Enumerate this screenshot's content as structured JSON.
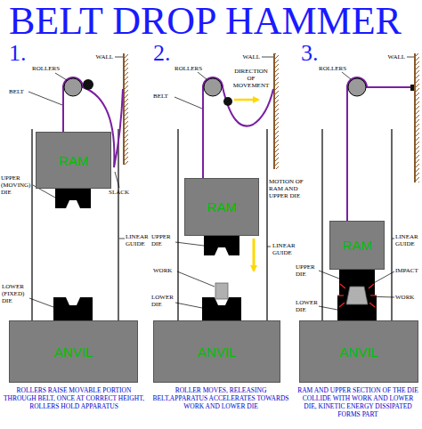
{
  "diagram": {
    "title": "BELT DROP HAMMER",
    "nodes": [
      {
        "text": [
          "RAM"
        ]
      },
      {
        "text": [
          "ANVIL"
        ]
      },
      {
        "text": [
          "RAM"
        ]
      },
      {
        "text": [
          "ANVIL"
        ]
      },
      {
        "text": [
          "RAM"
        ]
      },
      {
        "text": [
          "ANVIL"
        ]
      }
    ],
    "edges": [],
    "labels": [
      "1.",
      "WALL",
      "ROLLERS",
      "BELT",
      "UPPER (MOVING) DIE",
      "SLACK",
      "LINEAR GUIDE",
      "LOWER (FIXED) DIE",
      "ROLLERS RAISE MOVABLE PORTION THROUGH BELT, ONCE AT CORRECT HEIGHT, ROLLERS HOLD APPARATUS",
      "2.",
      "WALL",
      "ROLLERS",
      "DIRECTION OF MOVEMENT",
      "BELT",
      "MOTION OF RAM AND UPPER DIE",
      "UPPER DIE",
      "LINEAR GUIDE",
      "WORK",
      "LOWER DIE",
      "ROLLER MOVES, RELEASING BELT,APPARATUS ACCELERATES TOWARDS WORK AND LOWER DIE",
      "3.",
      "WALL",
      "ROLLERS",
      "LINEAR GUIDE",
      "UPPER DIE",
      "IMPACT",
      "LOWER DIE",
      "WORK",
      "RAM AND UPPER SECTION OF THE DIE COLLIDE WITH WORK AND LOWER DIE, KINETIC ENERGY DISSIPATED FORMS PART"
    ]
  }
}
